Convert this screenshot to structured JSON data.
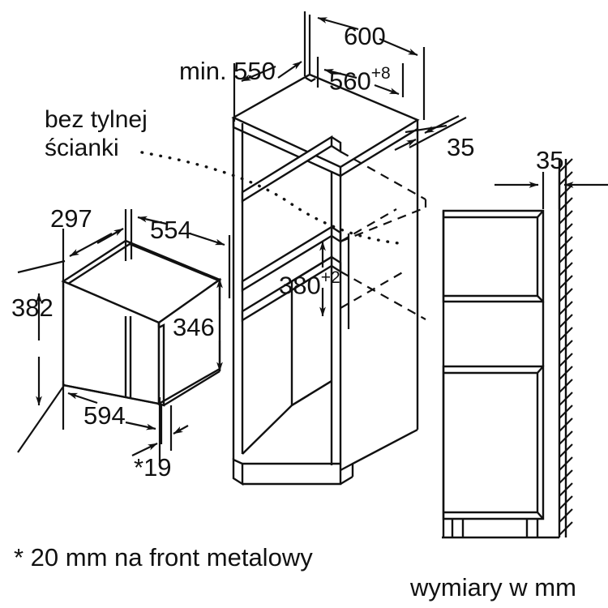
{
  "drawing": {
    "title": "Installation dimension drawing for built-in microwave oven",
    "units_note": "wymiary w mm",
    "footnote": "* 20 mm na front metalowy",
    "callout_line1": "bez tylnej",
    "callout_line2": "ścianki",
    "callout_dots": ".........",
    "stroke_color": "#111111",
    "background_color": "#ffffff"
  },
  "dimensions": {
    "niche_depth_min": "min. 550",
    "cabinet_outer_width": "600",
    "niche_width": "560",
    "niche_width_tolerance": "+8",
    "cabinet_side_gap_top": "35",
    "wall_gap": "35",
    "niche_height": "380",
    "niche_height_tolerance": "+2",
    "appliance_depth_top": "297",
    "appliance_body_width": "554",
    "appliance_height": "382",
    "appliance_front_height": "346",
    "appliance_front_width": "594",
    "appliance_front_thickness": "*19"
  },
  "labels": {
    "min_550": "min. 550",
    "d_600": "600",
    "d_560": "560",
    "sup_8": "+8",
    "d_35_a": "35",
    "d_35_b": "35",
    "d_380": "380",
    "sup_2": "+2",
    "d_297": "297",
    "d_554": "554",
    "d_382": "382",
    "d_346": "346",
    "d_594": "594",
    "d_19": "*19"
  }
}
